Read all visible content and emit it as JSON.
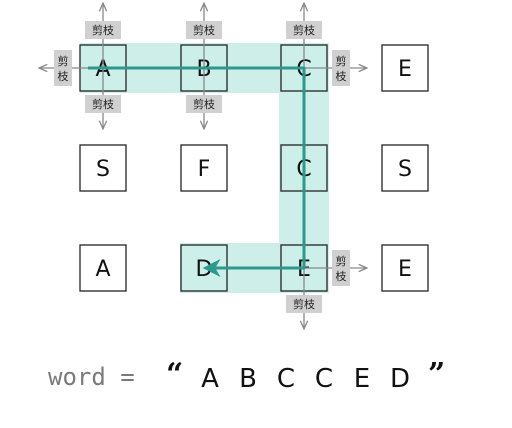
{
  "grid": {
    "rows": [
      [
        "A",
        "B",
        "C",
        "E"
      ],
      [
        "S",
        "F",
        "C",
        "S"
      ],
      [
        "A",
        "D",
        "E",
        "E"
      ]
    ]
  },
  "path": [
    [
      0,
      0
    ],
    [
      0,
      1
    ],
    [
      0,
      2
    ],
    [
      1,
      2
    ],
    [
      2,
      2
    ],
    [
      2,
      1
    ]
  ],
  "prune": {
    "label": "剪枝",
    "label_vertical_top": "剪",
    "label_vertical_bottom": "枝"
  },
  "word": {
    "prefix": "word = ",
    "open_quote": "“",
    "letters": [
      "A",
      "B",
      "C",
      "C",
      "E",
      "D"
    ],
    "close_quote": "”"
  },
  "colors": {
    "path_fill": "#cdeee9",
    "path_line": "#2b9a8c",
    "prune_box": "#d0d0d0",
    "arrow_gray": "#888888",
    "border": "#222222"
  }
}
